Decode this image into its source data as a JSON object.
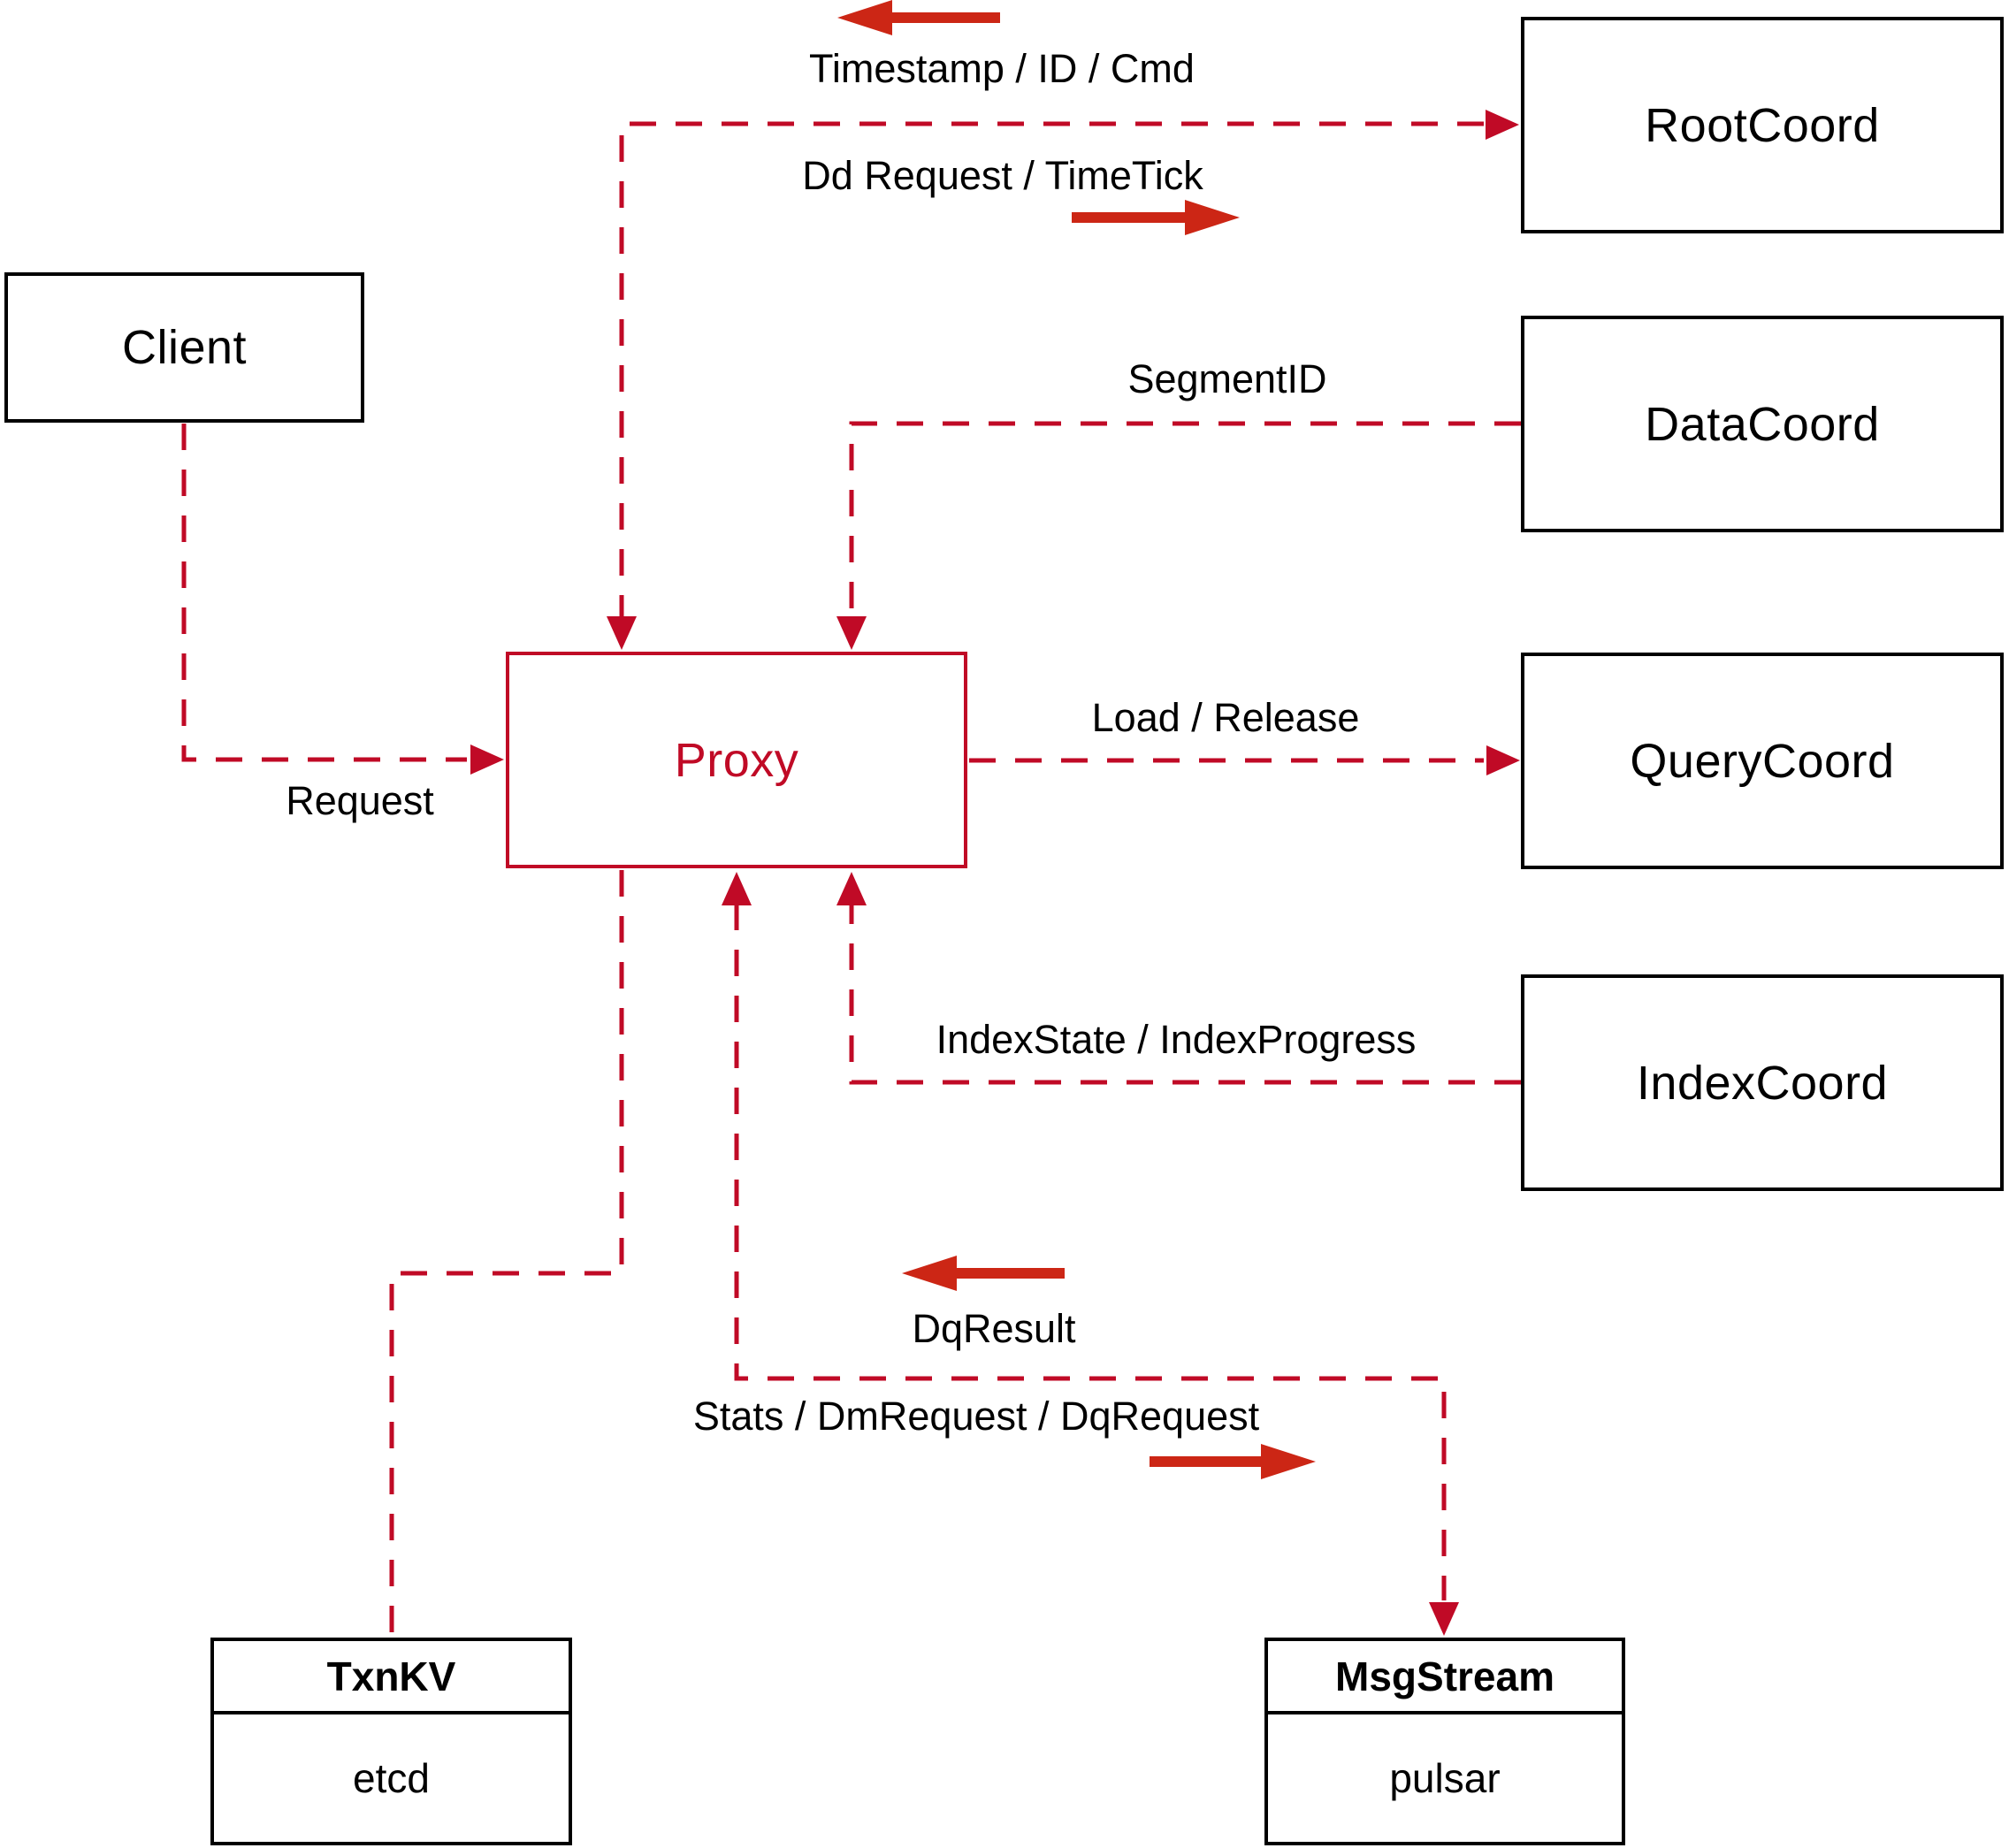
{
  "diagram": {
    "nodes": {
      "client": {
        "label": "Client"
      },
      "root_coord": {
        "label": "RootCoord"
      },
      "data_coord": {
        "label": "DataCoord"
      },
      "query_coord": {
        "label": "QueryCoord"
      },
      "index_coord": {
        "label": "IndexCoord"
      },
      "proxy": {
        "label": "Proxy"
      },
      "txn_kv": {
        "title": "TxnKV",
        "impl": "etcd"
      },
      "msg_stream": {
        "title": "MsgStream",
        "impl": "pulsar"
      }
    },
    "edges": {
      "request": {
        "label": "Request"
      },
      "timestamp": {
        "label": "Timestamp / ID / Cmd"
      },
      "dd_request": {
        "label": "Dd Request / TimeTick"
      },
      "segment_id": {
        "label": "SegmentID"
      },
      "load_release": {
        "label": "Load / Release"
      },
      "index_state": {
        "label": "IndexState / IndexProgress"
      },
      "dq_result": {
        "label": "DqResult"
      },
      "stats": {
        "label": "Stats / DmRequest / DqRequest"
      }
    },
    "colors": {
      "line_red": "#c00a26",
      "arrow_red": "#cc2615",
      "box_black": "#000000"
    }
  }
}
